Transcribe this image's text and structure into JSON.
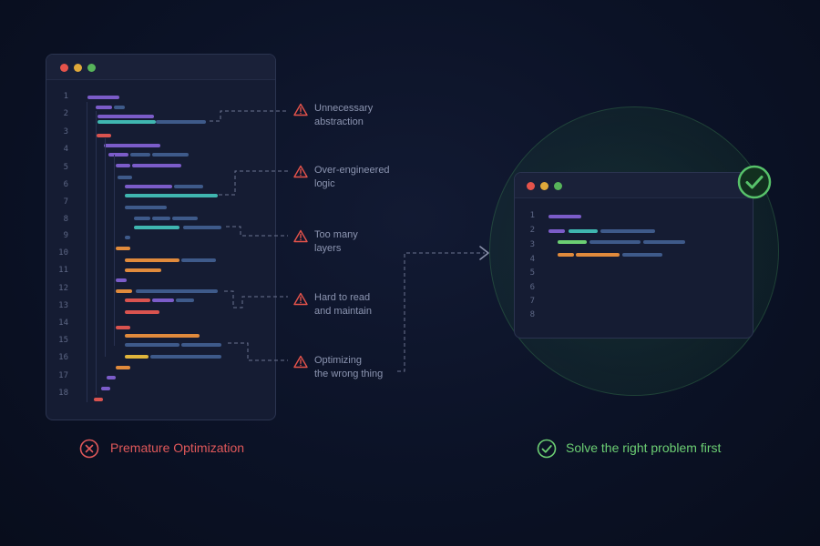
{
  "left_panel": {
    "line_numbers": [
      "1",
      "2",
      "3",
      "4",
      "5",
      "6",
      "7",
      "8",
      "9",
      "10",
      "11",
      "12",
      "13",
      "14",
      "15",
      "16",
      "17",
      "18"
    ],
    "caption": "Premature Optimization",
    "caption_color": "#e0585a"
  },
  "annotations": [
    {
      "line1": "Unnecessary",
      "line2": "abstraction"
    },
    {
      "line1": "Over-engineered",
      "line2": "logic"
    },
    {
      "line1": "Too many",
      "line2": "layers"
    },
    {
      "line1": "Hard to read",
      "line2": "and maintain"
    },
    {
      "line1": "Optimizing",
      "line2": "the wrong thing"
    }
  ],
  "right_panel": {
    "line_numbers": [
      "1",
      "2",
      "3",
      "4",
      "5",
      "6",
      "7",
      "8"
    ],
    "caption": "Solve the right problem first",
    "caption_color": "#6ccf73"
  },
  "colors": {
    "warning": "#e5534b",
    "success": "#57c26a",
    "purple": "#7b5cc9",
    "teal": "#3fb6b0",
    "orange": "#e08a3c",
    "red": "#d9534f",
    "blue": "#3e5a8a"
  },
  "icons": {
    "warning": "warning-triangle-icon",
    "error": "x-circle-icon",
    "success": "check-circle-icon"
  }
}
